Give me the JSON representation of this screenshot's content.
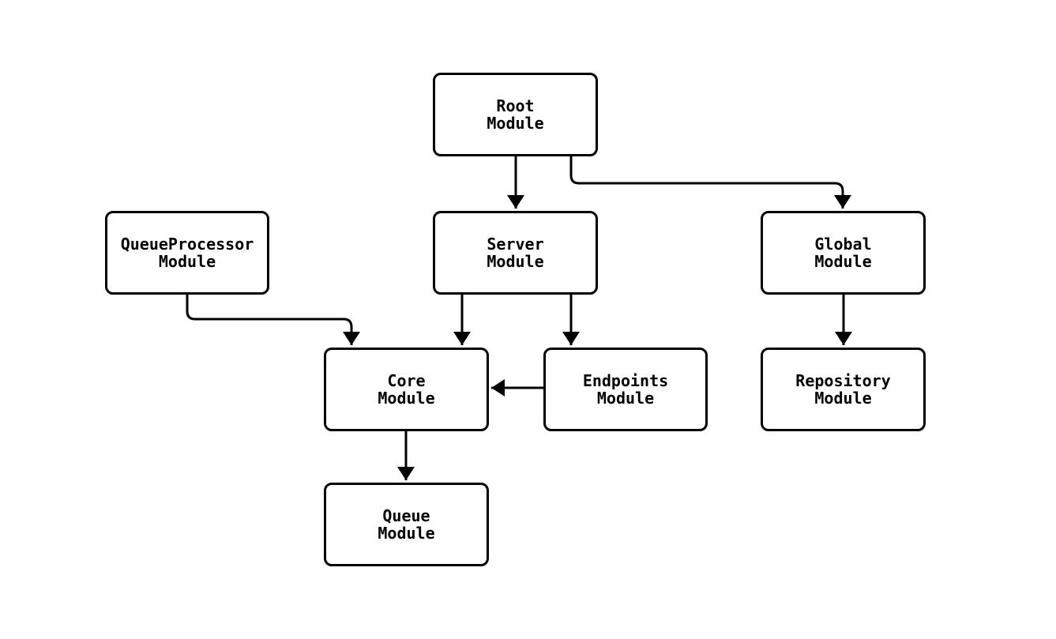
{
  "diagram": {
    "type": "module-dependency-graph",
    "background_color": "#ffffff",
    "node_fill_color": "#ffffff",
    "node_border_color": "#000000",
    "edge_color": "#000000",
    "text_color": "#000000",
    "nodes": {
      "root": {
        "label": "Root\nModule"
      },
      "queueprocessor": {
        "label": "QueueProcessor\nModule"
      },
      "server": {
        "label": "Server\nModule"
      },
      "global": {
        "label": "Global\nModule"
      },
      "core": {
        "label": "Core\nModule"
      },
      "endpoints": {
        "label": "Endpoints\nModule"
      },
      "repository": {
        "label": "Repository\nModule"
      },
      "queue": {
        "label": "Queue\nModule"
      }
    },
    "edges": [
      {
        "from": "Root Module",
        "to": "Server Module"
      },
      {
        "from": "Root Module",
        "to": "Global Module"
      },
      {
        "from": "QueueProcessor Module",
        "to": "Core Module"
      },
      {
        "from": "Server Module",
        "to": "Core Module"
      },
      {
        "from": "Server Module",
        "to": "Endpoints Module"
      },
      {
        "from": "Global Module",
        "to": "Repository Module"
      },
      {
        "from": "Endpoints Module",
        "to": "Core Module"
      },
      {
        "from": "Core Module",
        "to": "Queue Module"
      }
    ]
  }
}
